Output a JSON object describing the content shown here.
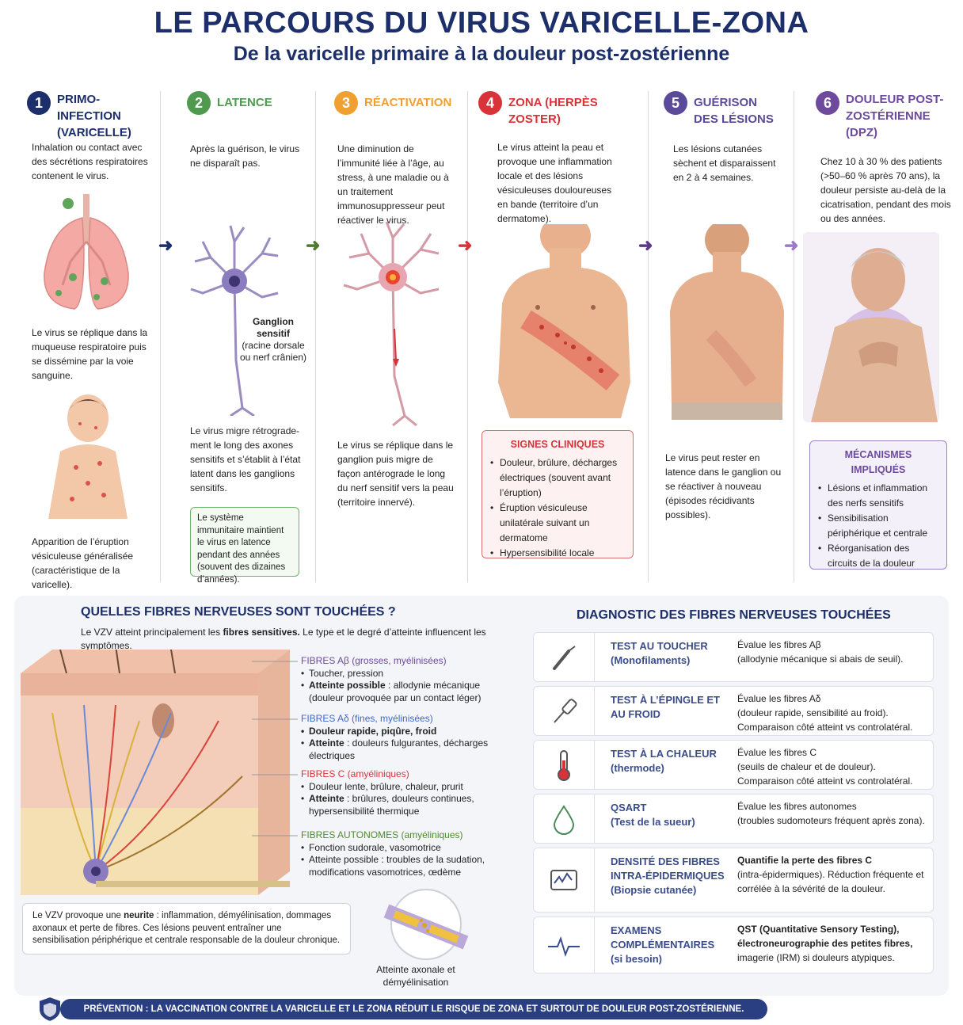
{
  "header": {
    "title": "LE PARCOURS DU VIRUS VARICELLE-ZONA",
    "subtitle": "De la varicelle primaire à la douleur post-zostérienne"
  },
  "colors": {
    "navy": "#1c2f6a",
    "green": "#4f9a4e",
    "orange": "#f0a030",
    "red": "#d9333a",
    "purple": "#5b4a9a",
    "purple2": "#6d4a9c"
  },
  "steps": [
    {
      "num": "1",
      "title": "PRIMO-INFECTION (VARICELLE)",
      "text1": "Inhalation ou contact avec des sécrétions respiratoires contenent le virus.",
      "text2": "Le virus se réplique dans la muqueuse respiratoire puis se dissémine par la voie sanguine.",
      "text3": "Apparition de l’éruption vésiculeuse généralisée (caractéristique de la varicelle)."
    },
    {
      "num": "2",
      "title": "LATENCE",
      "text1": "Après la guérison, le virus ne disparaît pas.",
      "label_bold": "Ganglion sensitif",
      "label": "(racine dorsale ou nerf crânien)",
      "text2": "Le virus migre rétrograde-ment le long des axones sensitifs et s’établit à l’état latent dans les ganglions sensitifs.",
      "box": "Le système immunitaire maintient le virus en latence pendant des années (souvent des dizaines d’années)."
    },
    {
      "num": "3",
      "title": "RÉACTIVATION",
      "text1": "Une diminution de l’immunité liée à l’âge, au stress, à une maladie ou à un traitement immunosuppresseur peut réactiver le virus.",
      "text2": "Le virus se réplique dans le ganglion puis migre de façon antérograde le long du nerf sensitif vers la peau (territoire innervé)."
    },
    {
      "num": "4",
      "title": "ZONA (HERPÈS ZOSTER)",
      "text1": "Le virus atteint la peau et provoque une inflammation locale et des lésions vésiculeuses douloureuses en bande (territoire d’un dermatome).",
      "box_title": "SIGNES CLINIQUES",
      "box_items": [
        "Douleur, brûlure, décharges électriques (souvent avant l’éruption)",
        "Éruption vésiculeuse unilatérale suivant un dermatome",
        "Hypersensibilité locale"
      ]
    },
    {
      "num": "5",
      "title": "GUÉRISON DES LÉSIONS",
      "text1": "Les lésions cutanées sèchent et disparaissent en 2 à 4 semaines.",
      "text2": "Le virus peut rester en latence dans le ganglion ou se réactiver à nouveau (épisodes récidivants possibles)."
    },
    {
      "num": "6",
      "title": "DOULEUR POST-ZOSTÉRIENNE (DPZ)",
      "text1": "Chez 10 à 30 % des patients (>50–60 % après 70 ans), la douleur persiste au-delà de la cicatrisation, pendant des mois ou des années.",
      "box_title": "MÉCANISMES IMPLIQUÉS",
      "box_items": [
        "Lésions et inflammation des nerfs sensitifs",
        "Sensibilisation périphérique et centrale",
        "Réorganisation des circuits de la douleur"
      ]
    }
  ],
  "fibers": {
    "title": "QUELLES FIBRES NERVEUSES SONT TOUCHÉES ?",
    "intro_a": "Le VZV atteint principalement les ",
    "intro_b": "fibres sensitives.",
    "intro_c": " Le type et le degré d’atteinte influencent les symptômes.",
    "items": [
      {
        "name": "FIBRES Aβ (grosses, myélinisées)",
        "l1": "Toucher, pression",
        "l2a": "Atteinte possible",
        "l2b": " : allodynie mécanique (douleur provoquée par un contact léger)"
      },
      {
        "name": "FIBRES Aδ (fines, myélinisées)",
        "l1": "Douleur rapide, piqûre, froid",
        "l2a": "Atteinte",
        "l2b": " : douleurs fulgurantes, décharges électriques"
      },
      {
        "name": "FIBRES C (amyéliniques)",
        "l1": "Douleur lente, brûlure, chaleur, prurit",
        "l2a": "Atteinte",
        "l2b": " : brûlures, douleurs continues, hypersensibilité thermique"
      },
      {
        "name": "FIBRES AUTONOMES (amyéliniques)",
        "l1": "Fonction sudorale, vasomotrice",
        "l2a": "",
        "l2b": "Atteinte possible : troubles de la sudation, modifications vasomotrices, œdème"
      }
    ],
    "note_a": "Le VZV provoque une ",
    "note_b": "neurite",
    "note_c": " : inflammation, démyélinisation, dommages axonaux et perte de fibres. Ces lésions peuvent entraîner une sensibilisation périphérique et centrale responsable de la douleur chronique.",
    "axon_label": "Atteinte axonale et démyélinisation"
  },
  "diagnostic": {
    "title": "DIAGNOSTIC DES FIBRES NERVEUSES TOUCHÉES",
    "rows": [
      {
        "icon": "monofilament-icon",
        "name": "TEST AU TOUCHER",
        "sub": "(Monofilaments)",
        "d1": "Évalue les fibres Aβ",
        "d2": "(allodynie mécanique si abais de seuil)."
      },
      {
        "icon": "pin-icon",
        "name": "TEST À L’ÉPINGLE ET AU FROID",
        "sub": "",
        "d1": "Évalue les fibres Aδ",
        "d2": "(douleur rapide, sensibilité au froid). Comparaison côté atteint vs controlatéral."
      },
      {
        "icon": "thermometer-icon",
        "name": "TEST À LA CHALEUR",
        "sub": "(thermode)",
        "d1": "Évalue les fibres C",
        "d2": "(seuils de chaleur et de douleur). Comparaison côté atteint vs controlatéral."
      },
      {
        "icon": "drop-icon",
        "name": "QSART",
        "sub": "(Test de la sueur)",
        "d1": "Évalue les fibres autonomes",
        "d2": "(troubles sudomoteurs fréquent après zona)."
      },
      {
        "icon": "biopsy-icon",
        "name": "DENSITÉ DES FIBRES INTRA-ÉPIDERMIQUES",
        "sub": "(Biopsie cutanée)",
        "d1": "Quantifie la perte des fibres C",
        "d2": "(intra-épidermiques). Réduction fréquente et corrélée à la sévérité de la douleur."
      },
      {
        "icon": "ecg-icon",
        "name": "EXAMENS COMPLÉMENTAIRES",
        "sub": "(si besoin)",
        "d1": "QST (Quantitative Sensory Testing), électroneurographie des petites fibres,",
        "d2": "imagerie (IRM) si douleurs atypiques."
      }
    ]
  },
  "prevention": "PRÉVENTION : LA VACCINATION CONTRE LA VARICELLE ET LE ZONA RÉDUIT LE RISQUE DE ZONA ET SURTOUT DE DOULEUR POST-ZOSTÉRIENNE."
}
